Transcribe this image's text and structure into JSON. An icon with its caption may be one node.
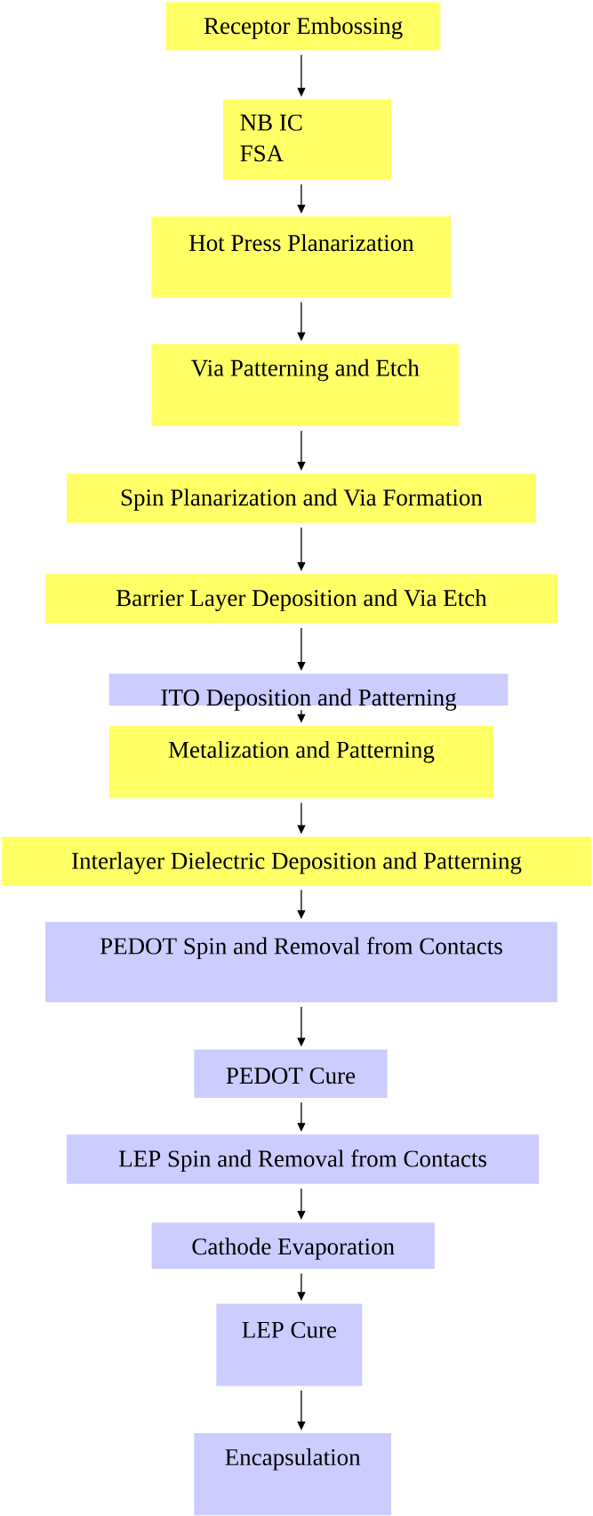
{
  "diagram": {
    "nodes": [
      {
        "text": [
          "Receptor Embossing"
        ]
      },
      {
        "text": [
          "NB IC",
          "FSA"
        ]
      },
      {
        "text": [
          "Hot Press Planarization"
        ]
      },
      {
        "text": [
          "Via Patterning and Etch"
        ]
      },
      {
        "text": [
          "Spin Planarization and Via Formation"
        ]
      },
      {
        "text": [
          "Barrier Layer Deposition and Via Etch"
        ]
      },
      {
        "text": [
          "ITO Deposition and Patterning"
        ]
      },
      {
        "text": [
          "Metalization and Patterning"
        ]
      },
      {
        "text": [
          "Interlayer Dielectric Deposition and Patterning"
        ]
      },
      {
        "text": [
          "PEDOT Spin and Removal from Contacts"
        ]
      },
      {
        "text": [
          "PEDOT Cure"
        ]
      },
      {
        "text": [
          "LEP Spin and Removal from Contacts"
        ]
      },
      {
        "text": [
          "Cathode Evaporation"
        ]
      },
      {
        "text": [
          "LEP Cure"
        ]
      },
      {
        "text": [
          "Encapsulation"
        ]
      }
    ],
    "edges": [
      {
        "from": 0,
        "to": 1,
        "arrow": "to"
      },
      {
        "from": 1,
        "to": 2,
        "arrow": "to"
      },
      {
        "from": 2,
        "to": 3,
        "arrow": "to"
      },
      {
        "from": 3,
        "to": 4,
        "arrow": "to"
      },
      {
        "from": 4,
        "to": 5,
        "arrow": "to"
      },
      {
        "from": 5,
        "to": 6,
        "arrow": "to"
      },
      {
        "from": 6,
        "to": 7,
        "arrow": "to"
      },
      {
        "from": 7,
        "to": 8,
        "arrow": "to"
      },
      {
        "from": 8,
        "to": 9,
        "arrow": "to"
      },
      {
        "from": 9,
        "to": 10,
        "arrow": "to"
      },
      {
        "from": 10,
        "to": 11,
        "arrow": "to"
      },
      {
        "from": 11,
        "to": 12,
        "arrow": "to"
      },
      {
        "from": 12,
        "to": 13,
        "arrow": "to"
      },
      {
        "from": 13,
        "to": 14,
        "arrow": "to"
      }
    ]
  }
}
